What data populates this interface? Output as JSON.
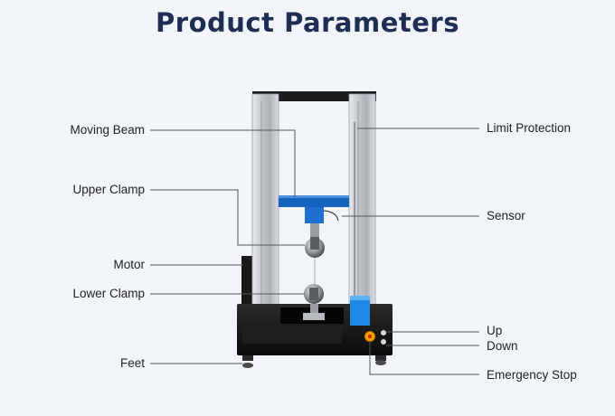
{
  "title": "Product Parameters",
  "labels": {
    "moving_beam": "Moving Beam",
    "upper_clamp": "Upper Clamp",
    "motor": "Motor",
    "lower_clamp": "Lower Clamp",
    "feet": "Feet",
    "limit_protection": "Limit Protection",
    "sensor": "Sensor",
    "up": "Up",
    "down": "Down",
    "emergency_stop": "Emergency Stop"
  },
  "colors": {
    "title": "#1f2d52",
    "beam_blue": "#1565c0",
    "control_box_blue": "#1e88e5",
    "base": "#141414",
    "column": "#c9ccd1",
    "leader_line": "#555555",
    "emergency_stop": "#f5a300"
  }
}
